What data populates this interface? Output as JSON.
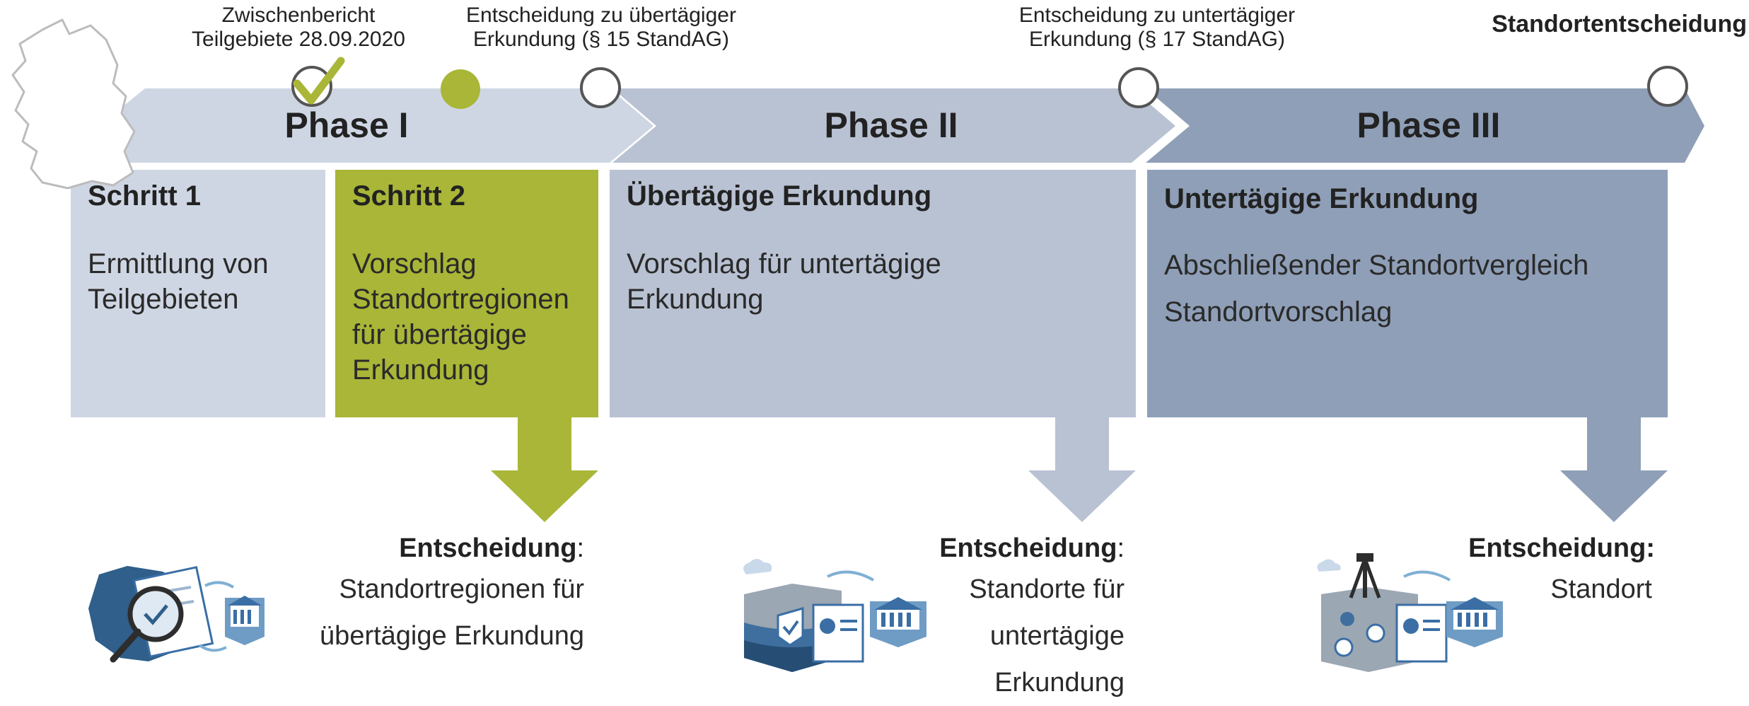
{
  "colors": {
    "phase1": "#cfd6e3",
    "phase2": "#b9c2d3",
    "phase3": "#8f9fb8",
    "green": "#a9b637",
    "text": "#222222"
  },
  "milestones": {
    "zwischenbericht": "Zwischenbericht\nTeilgebiete 28.09.2020",
    "obertaegig": "Entscheidung zu übertägiger\nErkundung (§ 15 StandAG)",
    "untertaegig": "Entscheidung zu untertägiger\nErkundung (§ 17 StandAG)",
    "standortentscheidung": "Standortentscheidung"
  },
  "phases": [
    "Phase I",
    "Phase II",
    "Phase III"
  ],
  "boxes": {
    "schritt1": {
      "title": "Schritt 1",
      "body": "Ermittlung von\nTeilgebieten"
    },
    "schritt2": {
      "title": "Schritt 2",
      "body": "Vorschlag\nStandortregionen\nfür übertägige\nErkundung"
    },
    "phase2": {
      "title": "Übertägige Erkundung",
      "body": "Vorschlag für untertägige\nErkundung"
    },
    "phase3": {
      "title": "Untertägige Erkundung",
      "line1": "Abschließender Standortvergleich",
      "line2": "Standortvorschlag"
    }
  },
  "decisions": {
    "d1": {
      "heading": "Entscheidung",
      "colon": ":",
      "body": "Standortregionen für\nübertägige Erkundung"
    },
    "d2": {
      "heading": "Entscheidung",
      "colon": ":",
      "body": "Standorte für\nuntertägige\nErkundung"
    },
    "d3": {
      "heading": "Entscheidung:",
      "body": "Standort"
    }
  },
  "icons": [
    "germany-map-icon",
    "magnifier-document-icon",
    "building-icon",
    "geology-document-icon",
    "mine-tower-document-icon"
  ]
}
